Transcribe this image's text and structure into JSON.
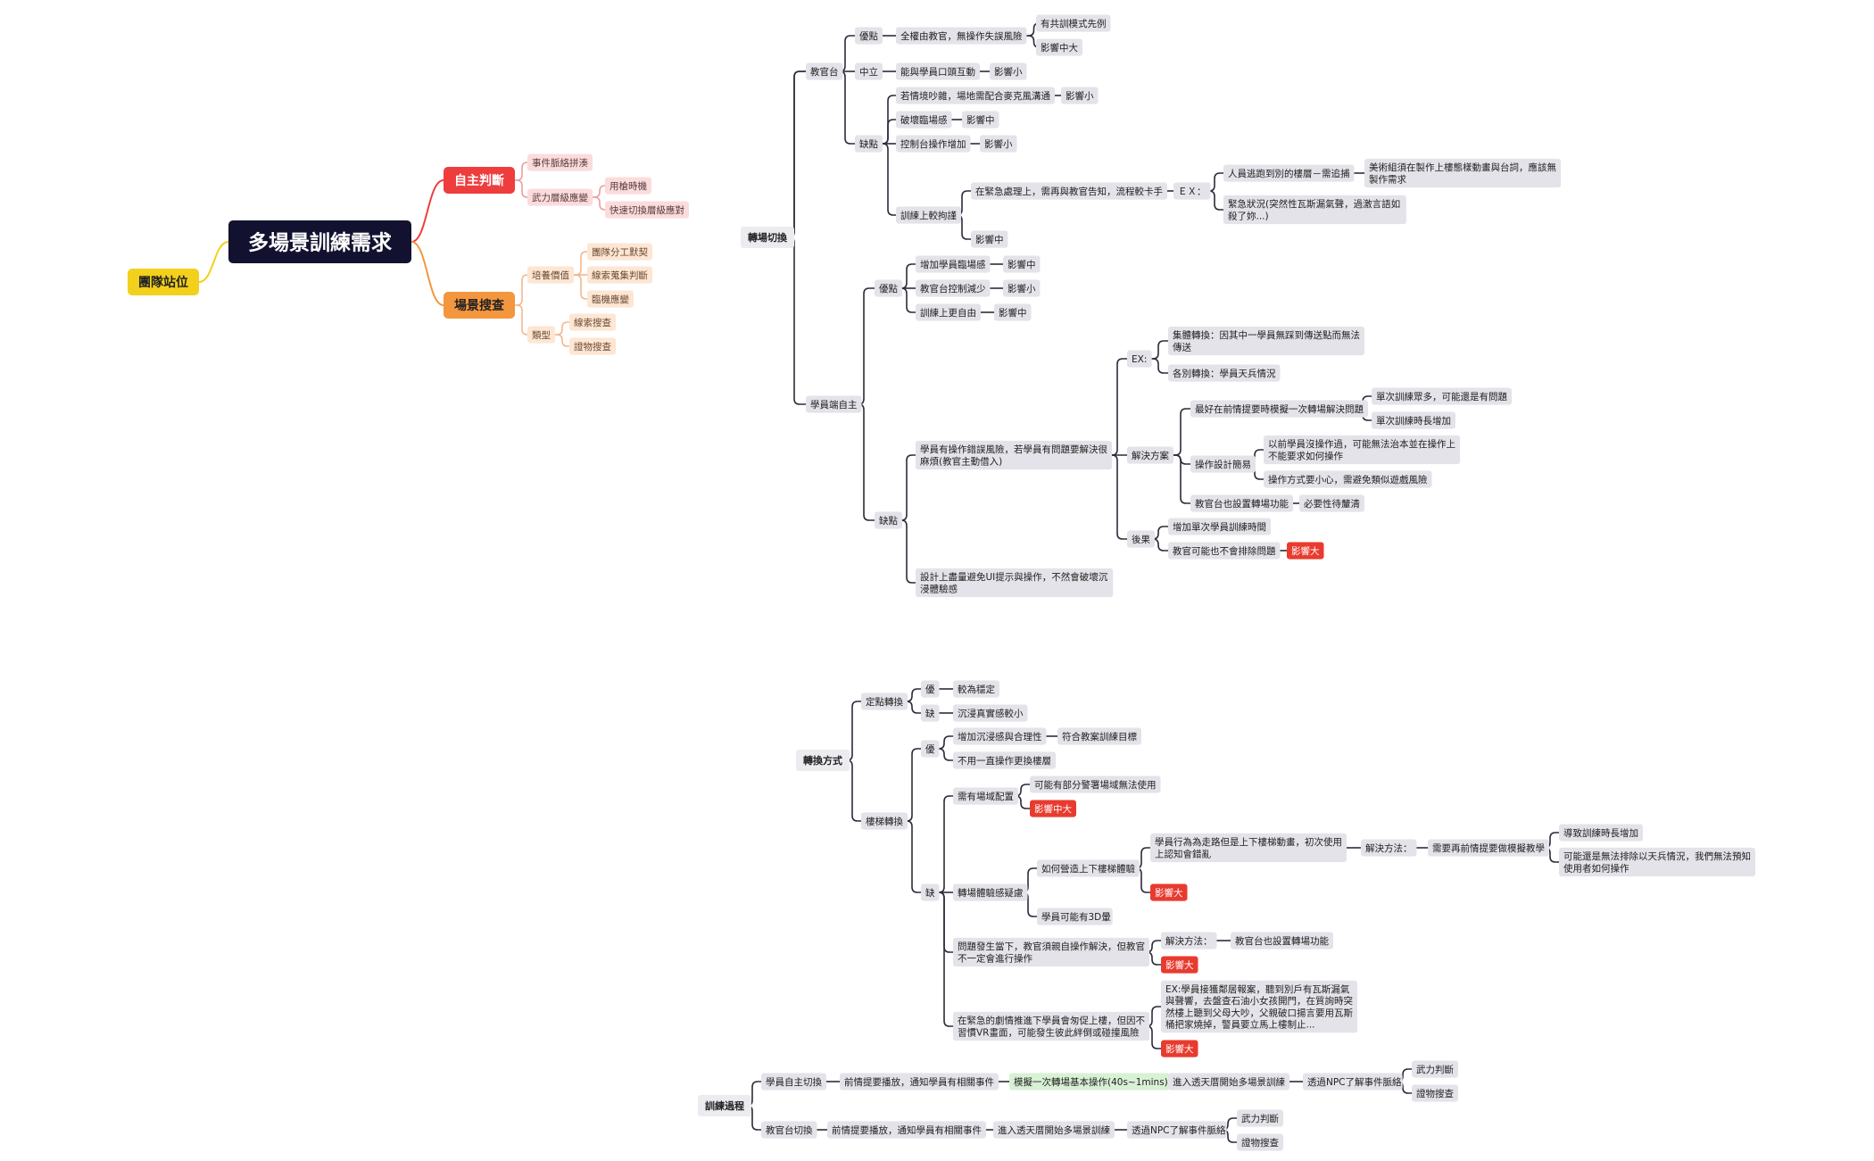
{
  "colors": {
    "root": "#121230",
    "red": "#ee3d3d",
    "orange": "#f4963e",
    "yellow": "#f2d01c",
    "pink_bg": "#fbdcdc",
    "peach_bg": "#fde6d3",
    "gray_bg": "#e3e3e9",
    "dark_line": "#2a2d3c",
    "green_bg": "#d8f1d5",
    "impact_red": "#e83b2f"
  },
  "root": {
    "title": "多場景訓練需求",
    "left": "團隊站位",
    "judge": {
      "label": "自主判斷",
      "items": [
        "事件脈絡拼湊",
        "武力層級應變"
      ],
      "sub": [
        "用槍時機",
        "快速切換層級應對"
      ]
    },
    "search": {
      "label": "場景搜查",
      "value": "培養價值",
      "value_items": [
        "團隊分工默契",
        "線索蒐集判斷",
        "臨機應變"
      ],
      "type": "類型",
      "type_items": [
        "線索搜查",
        "證物搜查"
      ]
    }
  },
  "switch": {
    "label": "轉場切換",
    "inst": {
      "label": "教官台",
      "pros": "優點",
      "pros_item": "全權由教官，無操作失誤風險",
      "pros_sub": [
        "有共訓模式先例",
        "影響中大"
      ],
      "neutral": "中立",
      "neutral_item": "能與學員口頭互動",
      "neutral_impact": "影響小",
      "cons": "缺點",
      "cons_items": [
        "若情境吵雜，場地需配合麥克風溝通",
        "破壞臨場感",
        "控制台操作增加",
        "訓練上較拘謹"
      ],
      "cons_impacts": [
        "影響小",
        "影響中",
        "影響小"
      ],
      "strict_a": "在緊急處理上，需再與教官告知，流程較卡手",
      "ex": "ＥＸ：",
      "ex_items": [
        "人員逃跑到別的樓層－需追捕",
        "緊急狀況(突然性瓦斯漏氣聲，過激言語如殺了妳...)"
      ],
      "art": "美術組須在製作上樓態樣動畫與台詞，應該無製作需求",
      "strict_b": "影響中"
    },
    "student": {
      "label": "學員端自主",
      "pros": "優點",
      "pros_items": [
        "增加學員臨場感",
        "教官台控制減少",
        "訓練上更自由"
      ],
      "pros_impacts": [
        "影響中",
        "影響小",
        "影響中"
      ],
      "cons": "缺點",
      "op_risk": "學員有操作錯誤風險，若學員有問題要解決很麻煩(教官主動借入)",
      "ex": "EX:",
      "ex_items": [
        "集體轉換：因其中一學員無踩到傳送點而無法傳送",
        "各別轉換：學員天兵情況"
      ],
      "solution": "解決方案",
      "sol_items": [
        "最好在前情提要時模擬一次轉場解決問題",
        "操作設計簡易",
        "教官台也設置轉場功能"
      ],
      "sol1_sub": [
        "單次訓練眾多，可能還是有問題",
        "單次訓練時長增加"
      ],
      "sol2_sub": [
        "以前學員沒操作過，可能無法治本並在操作上不能要求如何操作",
        "操作方式要小心，需避免類似遊戲風險"
      ],
      "sol3_sub": "必要性待釐清",
      "result": "後果",
      "result_items": [
        "增加單次學員訓練時間",
        "教官可能也不會排除問題"
      ],
      "result_impact": "影響大",
      "ui_design": "設計上盡量避免UI提示與操作，不然會破壞沉浸體驗感"
    }
  },
  "method": {
    "label": "轉換方式",
    "fixed": "定點轉換",
    "fixed_pro": "優",
    "fixed_pro_item": "較為穩定",
    "fixed_con": "缺",
    "fixed_con_item": "沉浸真實感較小",
    "stairs": "樓梯轉換",
    "stairs_pro": "優",
    "stairs_pro_items": [
      "增加沉浸感與合理性",
      "不用一直操作更換樓層"
    ],
    "stairs_pro_sub": "符合教案訓練目標",
    "stairs_con": "缺",
    "con1": "需有場域配置",
    "con1_sub": "可能有部分警署場域無法使用",
    "con1_impact": "影響中大",
    "con2": "轉場體驗感疑慮",
    "con2_a": "如何營造上下樓梯體驗",
    "con2_a_sub": "學員行為為走路但是上下樓梯動畫，初次使用上認知會錯亂",
    "con2_fix_label": "解決方法：",
    "con2_fix": "需要再前情提要做模擬教學",
    "con2_fix_sub": [
      "導致訓練時長增加",
      "可能還是無法排除以天兵情況，我們無法預知使用者如何操作"
    ],
    "con2_impact": "影響大",
    "con2_b": "學員可能有3D暈",
    "con3": "問題發生當下，教官須親自操作解決，但教官不一定會進行操作",
    "con3_fix_label": "解決方法：",
    "con3_fix": "教官台也設置轉場功能",
    "con3_impact": "影響大",
    "con4": "在緊急的劇情推進下學員會匆促上樓，但因不習慣VR畫面，可能發生彼此絆倒或碰撞風險",
    "con4_ex": "EX:學員接獲鄰居報案，聽到別戶有瓦斯漏氣與聲響，去盤查石油小女孩開門，在質詢時突然樓上聽到父母大吵，父親破口揚言要用瓦斯桶把家燒掉，警員要立馬上樓制止...",
    "con4_impact": "影響大"
  },
  "process": {
    "label": "訓練過程",
    "a": "學員自主切換",
    "a_steps": [
      "前情提要播放，通知學員有相關事件",
      "模擬一次轉場基本操作(40s~1mins)",
      "進入透天厝開始多場景訓練",
      "透過NPC了解事件脈絡"
    ],
    "a_leaves": [
      "武力判斷",
      "證物搜查"
    ],
    "b": "教官台切換",
    "b_steps": [
      "前情提要播放，通知學員有相關事件",
      "進入透天厝開始多場景訓練",
      "透過NPC了解事件脈絡"
    ],
    "b_leaves": [
      "武力判斷",
      "證物搜查"
    ]
  }
}
